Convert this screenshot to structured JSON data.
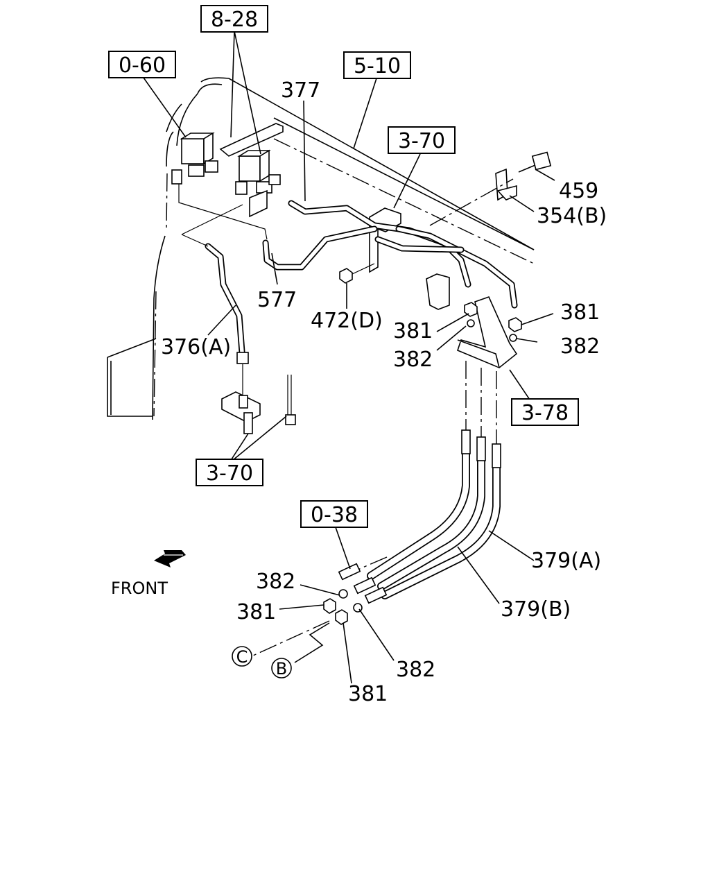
{
  "references": {
    "ref_8_28": "8-28",
    "ref_0_60": "0-60",
    "ref_5_10": "5-10",
    "ref_3_70_top": "3-70",
    "ref_3_78": "3-78",
    "ref_3_70_bottom": "3-70",
    "ref_0_38": "0-38"
  },
  "parts": {
    "p377": "377",
    "p459": "459",
    "p354b": "354(B)",
    "p577": "577",
    "p472d": "472(D)",
    "p376a": "376(A)",
    "p381_mid": "381",
    "p382_mid": "382",
    "p381_right": "381",
    "p382_right": "382",
    "p382_bottom_left": "382",
    "p381_bottom_left": "381",
    "p379a": "379(A)",
    "p379b": "379(B)",
    "p382_bottom": "382",
    "p381_bottom": "381"
  },
  "connectors": {
    "c": "C",
    "b": "B"
  },
  "front_label": "FRONT"
}
